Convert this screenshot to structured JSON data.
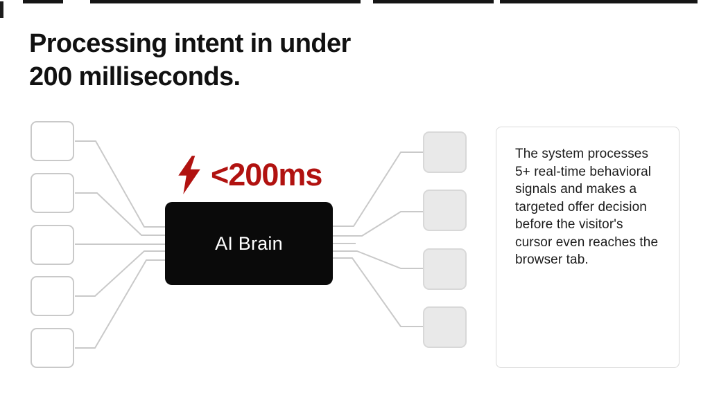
{
  "page": {
    "background": "#ffffff"
  },
  "title": {
    "line1": "Processing intent in under",
    "line2": "200 milliseconds.",
    "full": "Processing intent in under 200 milliseconds."
  },
  "latency_badge": {
    "value": "<200ms",
    "color": "#b11210",
    "icon": "lightning-bolt-icon"
  },
  "ai_brain": {
    "label": "AI Brain",
    "background": "#0a0a0a",
    "text_color": "#ffffff"
  },
  "diagram": {
    "input_nodes": 5,
    "output_nodes": 4,
    "connector_color": "#c9c9c9",
    "input_node_style": "white, gray outline",
    "output_node_style": "light gray filled"
  },
  "info_panel": {
    "text": "The system processes 5+ real-time behavioral signals and makes a targeted offer decision before the visitor's cursor even reaches the browser tab."
  }
}
